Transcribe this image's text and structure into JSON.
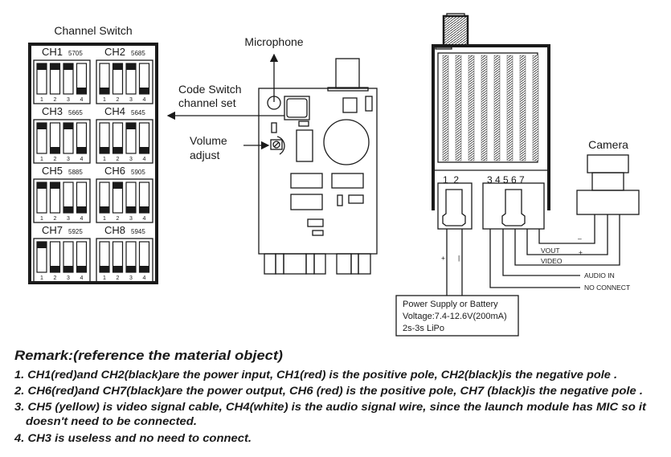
{
  "channel_switch": {
    "title": "Channel Switch",
    "pin_labels": [
      "1",
      "2",
      "3",
      "4"
    ],
    "channels": [
      {
        "name": "CH1",
        "freq": "5705",
        "switches": [
          "up",
          "up",
          "up",
          "down"
        ]
      },
      {
        "name": "CH2",
        "freq": "5685",
        "switches": [
          "down",
          "up",
          "up",
          "down"
        ]
      },
      {
        "name": "CH3",
        "freq": "5665",
        "switches": [
          "up",
          "down",
          "up",
          "down"
        ]
      },
      {
        "name": "CH4",
        "freq": "5645",
        "switches": [
          "down",
          "down",
          "up",
          "down"
        ]
      },
      {
        "name": "CH5",
        "freq": "5885",
        "switches": [
          "up",
          "up",
          "down",
          "down"
        ]
      },
      {
        "name": "CH6",
        "freq": "5905",
        "switches": [
          "down",
          "up",
          "down",
          "down"
        ]
      },
      {
        "name": "CH7",
        "freq": "5925",
        "switches": [
          "up",
          "down",
          "down",
          "down"
        ]
      },
      {
        "name": "CH8",
        "freq": "5945",
        "switches": [
          "down",
          "down",
          "down",
          "down"
        ]
      }
    ]
  },
  "module_labels": {
    "microphone": "Microphone",
    "code_switch_1": "Code Switch",
    "code_switch_2": "channel set",
    "volume_1": "Volume",
    "volume_2": "adjust"
  },
  "wiring": {
    "pins_left": "1  2",
    "pins_right": "3 4 5 6 7",
    "camera": "Camera",
    "plus": "+",
    "minus_bar": "|",
    "cam_minus": "–",
    "cam_plus": "+",
    "vout": "VOUT",
    "video": "VIDEO",
    "audio_in": "AUDIO IN",
    "no_connect": "NO CONNECT",
    "power_box": [
      "Power Supply or Battery",
      "Voltage:7.4-12.6V(200mA)",
      "2s-3s LiPo"
    ]
  },
  "remarks": {
    "title": "Remark:(reference the material object)",
    "lines": [
      "1. CH1(red)and CH2(black)are the power input, CH1(red) is the positive pole, CH2(black)is the negative pole .",
      "2. CH6(red)and CH7(black)are the power output, CH6 (red) is the positive pole, CH7 (black)is the negative pole .",
      "3. CH5 (yellow) is video signal cable, CH4(white) is the audio signal wire, since the launch module has MIC so it",
      "doesn't need to be connected.",
      "4. CH3 is useless and no need to connect."
    ]
  }
}
